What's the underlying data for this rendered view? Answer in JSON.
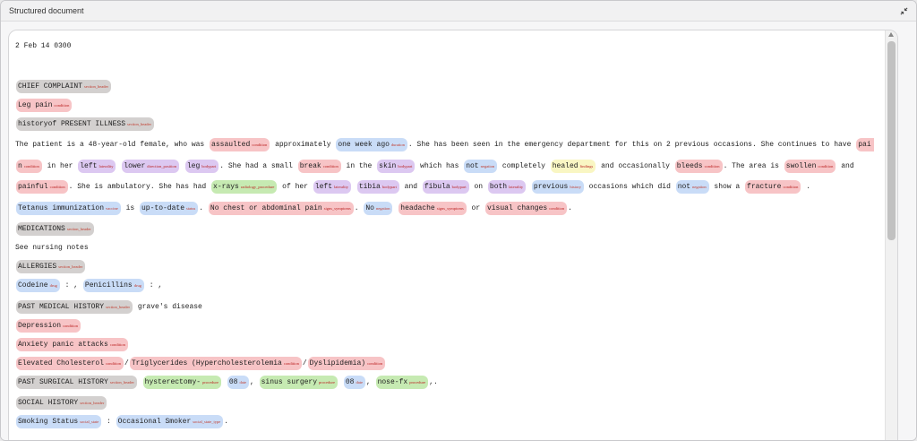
{
  "window": {
    "title": "Structured document"
  },
  "doc": {
    "date": "2 Feb 14 0300",
    "chief_complaint": {
      "text": "CHIEF COMPLAINT",
      "label": "section_header"
    },
    "leg_pain": {
      "text": "Leg pain",
      "label": "condition"
    },
    "hpi_header": {
      "text": "historyof PRESENT ILLNESS",
      "label": "section_header"
    },
    "hpi1": {
      "t1": "The patient is a 48-year-old female, who was",
      "assaulted": {
        "text": "assaulted",
        "label": "condition"
      },
      "t2": "approximately",
      "one_week_ago": {
        "text": "one week ago",
        "label": "duration"
      },
      "t3": ". She has been seen in the emergency department for this on 2 previous occasions. She continues to have",
      "pain_part1": "pai"
    },
    "hpi2": {
      "pain_part2": {
        "text": "n",
        "label": "condition"
      },
      "t1": "in her",
      "left": {
        "text": "left",
        "label": "laterality"
      },
      "lower": {
        "text": "lower",
        "label": "direction_position"
      },
      "leg": {
        "text": "leg",
        "label": "bodypart"
      },
      "t2": ". She had a small",
      "break": {
        "text": "break",
        "label": "condition"
      },
      "t3": "in the",
      "skin": {
        "text": "skin",
        "label": "bodypart"
      },
      "t4": "which has",
      "not": {
        "text": "not",
        "label": "negation"
      },
      "t5": "completely",
      "healed": {
        "text": "healed",
        "label": "findings"
      },
      "t6": "and occasionally",
      "bleeds": {
        "text": "bleeds",
        "label": "condition"
      },
      "t7": ". The area is",
      "swollen": {
        "text": "swollen",
        "label": "condition"
      },
      "t8": "and"
    },
    "hpi3": {
      "painful": {
        "text": "painful",
        "label": "condition"
      },
      "t1": ". She is ambulatory. She has had",
      "xrays": {
        "text": "x-rays",
        "label": "radiology_procedure"
      },
      "t2": "of her",
      "left": {
        "text": "left",
        "label": "laterality"
      },
      "tibia": {
        "text": "tibia",
        "label": "bodypart"
      },
      "t3": "and",
      "fibula": {
        "text": "fibula",
        "label": "bodypart"
      },
      "t4": "on",
      "both": {
        "text": "both",
        "label": "laterality"
      },
      "previous": {
        "text": "previous",
        "label": "history"
      },
      "t5": "occasions which did",
      "not": {
        "text": "not",
        "label": "negation"
      },
      "t6": "show a",
      "fracture": {
        "text": "fracture",
        "label": "condition"
      },
      "t7": "."
    },
    "hpi4": {
      "tetanus": {
        "text": "Tetanus immunization",
        "label": "vaccine"
      },
      "t1": "is",
      "uptodate": {
        "text": "up-to-date",
        "label": "status"
      },
      "t2": ".",
      "no_chest": {
        "text": "No chest or abdominal pain",
        "label": "signs_symptoms"
      },
      "t3": ".",
      "no": {
        "text": "No",
        "label": "negation"
      },
      "headache": {
        "text": "headache",
        "label": "signs_symptoms"
      },
      "t4": "or",
      "visual": {
        "text": "visual changes",
        "label": "condition"
      },
      "t5": "."
    },
    "medications": {
      "text": "MEDICATIONS",
      "label": "section_header"
    },
    "nursing": "See nursing notes",
    "allergies": {
      "text": "ALLERGIES",
      "label": "section_header"
    },
    "allergy_line": {
      "codeine": {
        "text": "Codeine",
        "label": "drug"
      },
      "t1": ": ,",
      "penicillins": {
        "text": "Penicillins",
        "label": "drug"
      },
      "t2": ": ,"
    },
    "pmh": {
      "text": "PAST MEDICAL HISTORY",
      "label": "section_header",
      "tail": "grave's disease"
    },
    "depression": {
      "text": "Depression",
      "label": "condition"
    },
    "anxiety": {
      "text": "Anxiety panic attacks",
      "label": "condition"
    },
    "lipids": {
      "elevated": {
        "text": "Elevated Cholesterol",
        "label": "condition"
      },
      "sep1": "/",
      "trig": {
        "text": "Triglycerides (Hypercholesterolemia",
        "label": "condition"
      },
      "sep2": "/",
      "dysl": {
        "text": "Dyslipidemia)",
        "label": "condition"
      }
    },
    "psh": {
      "header": {
        "text": "PAST SURGICAL HISTORY",
        "label": "section_header"
      },
      "hyst": {
        "text": "hysterectomy-",
        "label": "procedure"
      },
      "d1": {
        "text": "08",
        "label": "date"
      },
      "c1": ",",
      "sinus": {
        "text": "sinus surgery",
        "label": "procedure"
      },
      "d2": {
        "text": "08",
        "label": "date"
      },
      "c2": ",",
      "nose": {
        "text": "nose-fx",
        "label": "procedure"
      },
      "c3": ",."
    },
    "social": {
      "text": "SOCIAL HISTORY",
      "label": "section_header"
    },
    "smoking": {
      "status": {
        "text": "Smoking Status",
        "label": "social_state"
      },
      "colon": ":",
      "occ": {
        "text": "Occasional Smoker",
        "label": "social_state_type"
      },
      "dot": "."
    }
  },
  "colors": {
    "section_header": "#d3d0cf",
    "condition": "#f7c4c6",
    "blue_tags": "#c9dcf7",
    "purple_tags": "#dcc8f1",
    "procedure": "#c6eab2",
    "findings": "#f9f6c3"
  },
  "icons": {
    "collapse": "collapse-arrows-icon"
  }
}
